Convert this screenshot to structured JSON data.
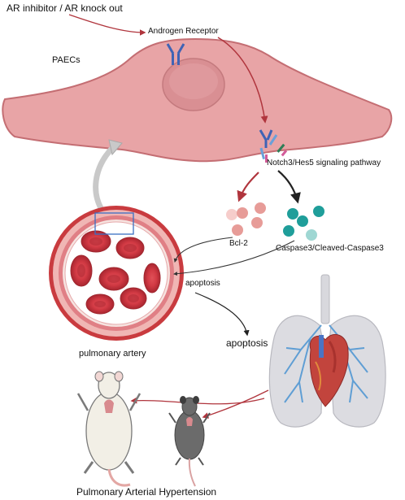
{
  "labels": {
    "trigger": "AR inhibitor / AR knock out",
    "receptor": "Androgen Receptor",
    "cell": "PAECs",
    "pathway": "Notch3/Hes5 signaling pathway",
    "bcl2": "Bcl-2",
    "caspase": "Caspase3/Cleaved-Caspase3",
    "apoptosis_small": "apoptosis",
    "apoptosis_large": "apoptosis",
    "vessel": "pulmonary artery",
    "disease": "Pulmonary Arterial Hypertension"
  },
  "colors": {
    "cell_fill": "#e8a4a6",
    "cell_stroke": "#c46e73",
    "nucleus": "#d98f93",
    "arrow_red": "#b0353d",
    "arrow_black": "#222222",
    "bcl2_dot": "#e79c98",
    "caspase_dot": "#1f9e9a",
    "artery_wall": "#c93b3f",
    "rbc": "#c8313a",
    "lung": "#d9d9de",
    "heart": "#c2443d",
    "receptor_blue": "#3f63b5"
  },
  "icons": [
    "receptor-icon",
    "lungs-heart-icon",
    "rat-icon",
    "mouse-icon"
  ]
}
